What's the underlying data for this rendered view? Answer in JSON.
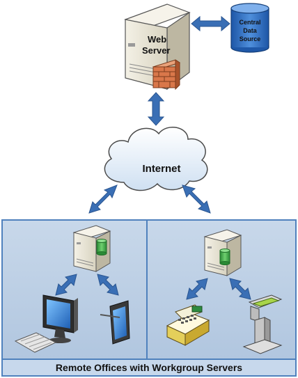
{
  "diagram": {
    "web_server": {
      "label_line1": "Web",
      "label_line2": "Server"
    },
    "central_data": {
      "line1": "Central",
      "line2": "Data",
      "line3": "Source"
    },
    "internet": {
      "label": "Internet"
    },
    "footer": {
      "label": "Remote Offices with Workgroup Servers"
    },
    "colors": {
      "arrow": "#3a6fb5",
      "panel_fill": "#b9cde4",
      "panel_border": "#4f81bd",
      "server_body": "#e8e4d6",
      "db_green": "#3fa64a",
      "db_blue": "#2e6fbf",
      "firewall": "#d9774a"
    }
  }
}
